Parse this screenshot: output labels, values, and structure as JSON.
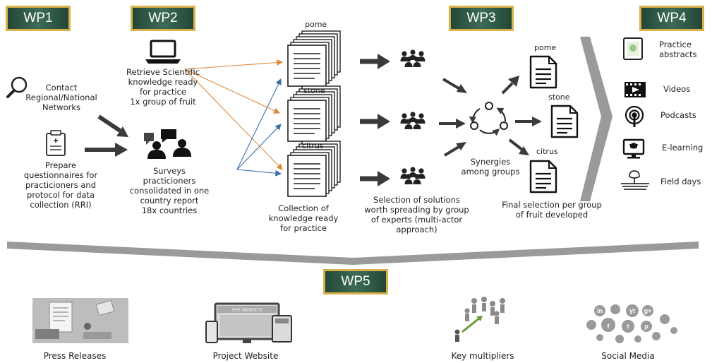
{
  "wp_labels": [
    "WP1",
    "WP2",
    "WP3",
    "WP4",
    "WP5"
  ],
  "wp1": {
    "contact": "Contact Regional/National Networks",
    "prepare": [
      "Prepare",
      "questionnaires for",
      "practicioners and",
      "protocol for data",
      "collection (RRI)"
    ]
  },
  "wp2": {
    "retrieve": [
      "Retrieve Scientific",
      "knowledge ready",
      "for practice",
      "1x group of fruit"
    ],
    "surveys": [
      "Surveys",
      "practicioners",
      "consolidated in one",
      "country report",
      "18x countries"
    ]
  },
  "fruits": [
    "pome",
    "stone",
    "citrus"
  ],
  "collection": [
    "Collection of",
    "knowledge ready",
    "for practice"
  ],
  "selection": [
    "Selection of solutions",
    "worth spreading by group",
    "of experts (multi-actor",
    "approach)"
  ],
  "synergies": [
    "Synergies",
    "among groups"
  ],
  "final_selection": [
    "Final selection  per group",
    "of fruit developed"
  ],
  "wp4_items": [
    {
      "label": "Practice abstracts",
      "icon": "practice-abstract-icon"
    },
    {
      "label": "Videos",
      "icon": "video-icon"
    },
    {
      "label": "Podcasts",
      "icon": "podcast-icon"
    },
    {
      "label": "E-learning",
      "icon": "e-learning-icon"
    },
    {
      "label": "Field days",
      "icon": "field-days-icon"
    }
  ],
  "wp5_items": [
    "Press Releases",
    "Project Website",
    "Key multipliers",
    "Social Media"
  ],
  "website_banner": "THE WEBSITE",
  "social_glyphs": [
    "in",
    "f",
    "g+",
    "t",
    "yt",
    "p"
  ],
  "colors": {
    "wp_fill": "#2f5a47",
    "wp_border": "#d9b14a",
    "arrow_orange": "#e08a3a",
    "arrow_blue": "#3a6ea8",
    "arrow_dark": "#3a3a3a",
    "chevron_gray": "#9a9a9a"
  }
}
